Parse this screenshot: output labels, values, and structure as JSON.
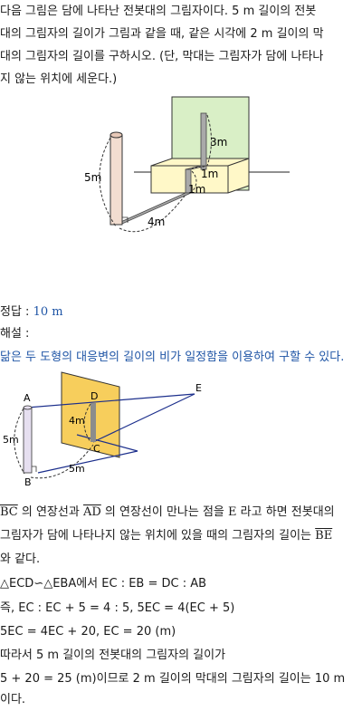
{
  "problem": {
    "line1": "다음 그림은 담에 나타난 전봇대의 그림자이다. 5 m 길이의 전봇",
    "line2": "대의 그림자의 길이가 그림과 같을 때, 같은 시각에 2 m 길이의 막",
    "line3": "대의 그림자의 길이를 구하시오. (단, 막대는 그림자가 담에 나타나",
    "line4": "지 않는 위치에 세운다.)"
  },
  "figure1": {
    "pole": "5m",
    "wall": "3m",
    "step_top": "1m",
    "step_side": "1m",
    "ground": "4m"
  },
  "answer": {
    "label": "정답 :",
    "value": "10 m"
  },
  "explanation": {
    "label": "해설 :",
    "line1": "닮은 두 도형의 대응변의 길이의 비가 일정함을 이용하여 구할 수 있다."
  },
  "figure2": {
    "A": "A",
    "B": "B",
    "C": "C",
    "D": "D",
    "E": "E",
    "pole": "5m",
    "wall": "4m",
    "ground": "5m"
  },
  "text": {
    "l1a": "BC",
    "l1b": " 의 연장선과 ",
    "l1c": "AD",
    "l1d": " 의 연장선이 만나는 점을 ",
    "l1e": "E",
    "l1f": " 라고 하면 전봇대의",
    "l2a": "그림자가 담에 나타나지 않는 위치에 있을 때의 그림자의 길이는 ",
    "l2b": "BE",
    "l3": "와 같다.",
    "l4": "△ECD∽△EBA에서 EC : EB = DC : AB",
    "l5": "즉, EC : EC + 5 = 4 : 5,  5EC = 4(EC + 5)",
    "l6": "5EC = 4EC + 20,  EC = 20 (m)",
    "l7": "따라서 5 m 길이의 전봇대의 그림자의 길이가",
    "l8": "5 + 20 = 25 (m)이므로 2 m 길이의 막대의 그림자의 길이는 10 m",
    "l9": "이다."
  }
}
